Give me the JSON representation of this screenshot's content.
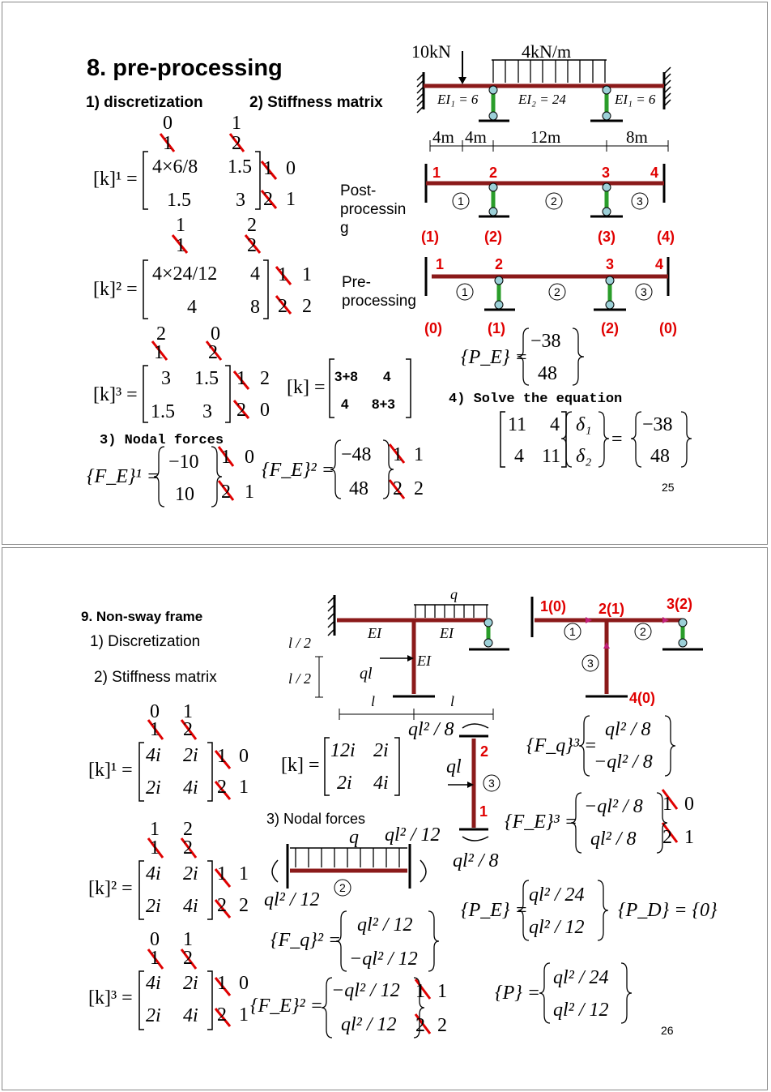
{
  "slide1": {
    "title": "8. pre-processing",
    "discretization": "1) discretization",
    "stiffness": "2) Stiffness matrix",
    "nodal_forces": "3) Nodal forces",
    "solve": "4) Solve the equation",
    "post_label": "Post-\nprocessin\ng",
    "pre_label": "Pre-\nprocessing",
    "page": "25",
    "diagram": {
      "load_point": "10kN",
      "load_dist": "4kN/m",
      "ei1": "EI₁ = 6",
      "ei2": "EI₂ = 24",
      "ei3": "EI₁ = 6",
      "dims": [
        "4m",
        "4m",
        "12m",
        "8m"
      ],
      "post_nodes": [
        "1",
        "2",
        "3",
        "4"
      ],
      "post_elems": [
        "1",
        "2",
        "3"
      ],
      "post_codes": [
        "(1)",
        "(2)",
        "(3)",
        "(4)"
      ],
      "pre_nodes": [
        "1",
        "2",
        "3",
        "4"
      ],
      "pre_elems": [
        "1",
        "2",
        "3"
      ],
      "pre_codes": [
        "(0)",
        "(1)",
        "(2)",
        "(0)"
      ]
    },
    "k1": {
      "lhs": "[k]¹ =",
      "top": [
        "0",
        "1",
        "1",
        "2"
      ],
      "r1": [
        "4×6/8",
        "1.5"
      ],
      "r2": [
        "1.5",
        "3"
      ],
      "side": [
        "1",
        "0",
        "2",
        "1"
      ]
    },
    "k2": {
      "lhs": "[k]² =",
      "top": [
        "1",
        "1",
        "2",
        "2"
      ],
      "r1": [
        "4×24/12",
        "4"
      ],
      "r2": [
        "4",
        "8"
      ],
      "side": [
        "1",
        "1",
        "2",
        "2"
      ]
    },
    "k3": {
      "lhs": "[k]³ =",
      "top": [
        "2",
        "1",
        "0",
        "2"
      ],
      "r1": [
        "3",
        "1.5"
      ],
      "r2": [
        "1.5",
        "3"
      ],
      "side": [
        "1",
        "2",
        "2",
        "0"
      ]
    },
    "kg": {
      "lhs": "[k] =",
      "r1": [
        "3+8",
        "4"
      ],
      "r2": [
        "4",
        "8+3"
      ]
    },
    "pe": {
      "lhs": "{P_E} =",
      "v": [
        "−38",
        "48"
      ]
    },
    "fe1": {
      "lhs": "{F_E}¹ =",
      "v": [
        "−10",
        "10"
      ],
      "side": [
        "1",
        "0",
        "2",
        "1"
      ]
    },
    "fe2": {
      "lhs": "{F_E}² =",
      "v": [
        "−48",
        "48"
      ],
      "side": [
        "1",
        "1",
        "2",
        "2"
      ]
    },
    "eq": {
      "m": [
        "11",
        "4",
        "4",
        "11"
      ],
      "d": [
        "δ₁",
        "δ₂"
      ],
      "rhs": [
        "−38",
        "48"
      ]
    }
  },
  "slide2": {
    "title": "9. Non-sway frame",
    "discretization": "1) Discretization",
    "stiffness": "2) Stiffness matrix",
    "nodal_forces": "3) Nodal forces",
    "page": "26",
    "frame": {
      "q": "q",
      "ei": [
        "EI",
        "EI",
        "EI"
      ],
      "ql": "ql",
      "l2": [
        "l / 2",
        "l / 2"
      ],
      "l": [
        "l",
        "l"
      ]
    },
    "model": {
      "codes": [
        "1(0)",
        "2(1)",
        "3(2)",
        "4(0)"
      ],
      "elems": [
        "1",
        "2",
        "3"
      ]
    },
    "k1": {
      "lhs": "[k]¹ =",
      "top": [
        "0",
        "1",
        "1",
        "2"
      ],
      "r1": [
        "4i",
        "2i"
      ],
      "r2": [
        "2i",
        "4i"
      ],
      "side": [
        "1",
        "0",
        "2",
        "1"
      ]
    },
    "k2": {
      "lhs": "[k]² =",
      "top": [
        "1",
        "1",
        "2",
        "2"
      ],
      "r1": [
        "4i",
        "2i"
      ],
      "r2": [
        "2i",
        "4i"
      ],
      "side": [
        "1",
        "1",
        "2",
        "2"
      ]
    },
    "k3": {
      "lhs": "[k]³ =",
      "top": [
        "0",
        "1",
        "1",
        "2"
      ],
      "r1": [
        "4i",
        "2i"
      ],
      "r2": [
        "2i",
        "4i"
      ],
      "side": [
        "1",
        "0",
        "2",
        "1"
      ]
    },
    "kg": {
      "lhs": "[k] =",
      "r1": [
        "12i",
        "2i"
      ],
      "r2": [
        "2i",
        "4i"
      ]
    },
    "elem3": {
      "top": "ql² / 8",
      "bottom": "ql² / 8",
      "ql": "ql",
      "n2": "2",
      "n1": "1",
      "e": "3"
    },
    "beam2": {
      "q": "q",
      "right": "ql² / 12",
      "left": "ql² / 12",
      "e": "2"
    },
    "fq3": {
      "lhs": "{F_q}³ =",
      "v": [
        "ql² / 8",
        "−ql² / 8"
      ]
    },
    "fe3": {
      "lhs": "{F_E}³ =",
      "v": [
        "−ql² / 8",
        "ql² / 8"
      ],
      "side": [
        "1",
        "0",
        "2",
        "1"
      ]
    },
    "fq2": {
      "lhs": "{F_q}² =",
      "v": [
        "ql² / 12",
        "−ql² / 12"
      ]
    },
    "fe2": {
      "lhs": "{F_E}² =",
      "v": [
        "−ql² / 12",
        "ql² / 12"
      ],
      "side": [
        "1",
        "1",
        "2",
        "2"
      ]
    },
    "pe": {
      "lhs": "{P_E} =",
      "v": [
        "ql² / 24",
        "ql² / 12"
      ]
    },
    "pd": {
      "text": "{P_D} = {0}"
    },
    "p": {
      "lhs": "{P} =",
      "v": [
        "ql² / 24",
        "ql² / 12"
      ]
    }
  }
}
